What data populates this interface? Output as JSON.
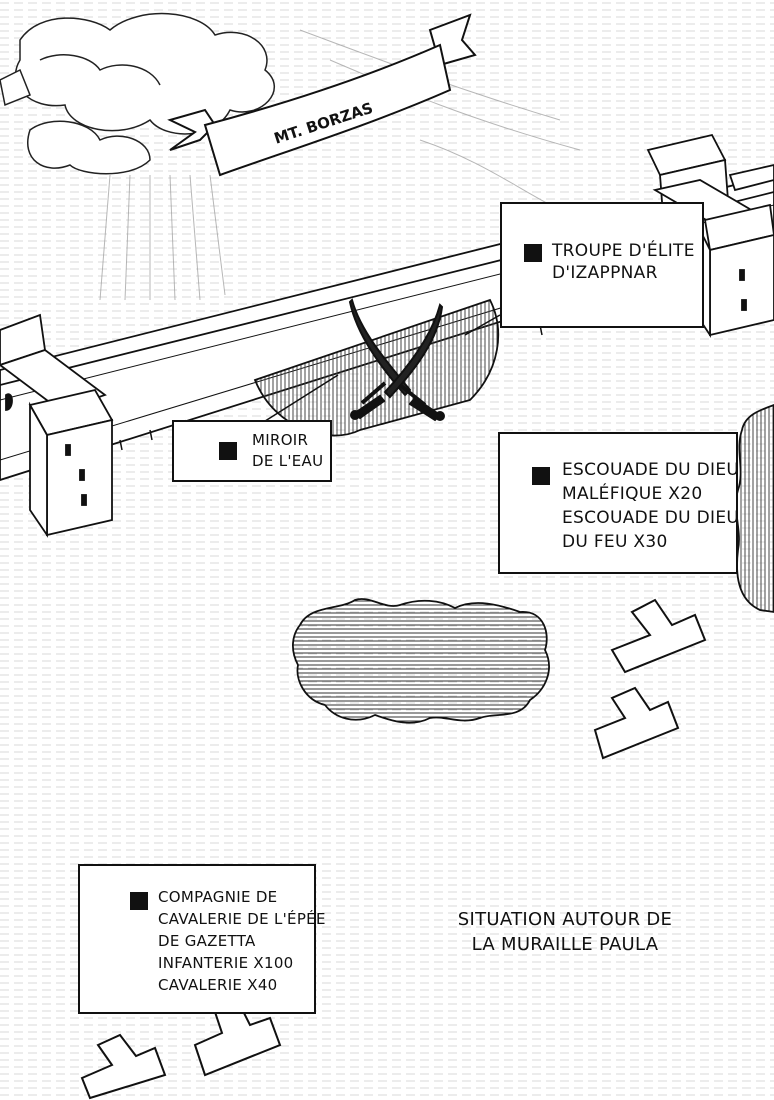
{
  "banner": {
    "text": "MT. BORZAS"
  },
  "labels": {
    "izappnar": {
      "lines": [
        "TROUPE D'ÉLITE",
        "D'IZAPPNAR"
      ]
    },
    "miroir": {
      "lines": [
        "MIROIR",
        "DE L'EAU"
      ]
    },
    "escouade": {
      "lines": [
        "ESCOUADE DU DIEU",
        "MALÉFIQUE X20",
        "ESCOUADE DU DIEU",
        "DU FEU X30"
      ]
    },
    "gazetta": {
      "lines": [
        "COMPAGNIE DE",
        "CAVALERIE DE L'ÉPÉE",
        "DE GAZETTA",
        "INFANTERIE X100",
        "CAVALERIE X40"
      ]
    }
  },
  "caption": {
    "lines": [
      "SITUATION AUTOUR DE",
      "LA MURAILLE PAULA"
    ]
  },
  "icons": [
    "crossed-swords-icon",
    "unit-marker-icon"
  ],
  "colors": {
    "ink": "#111111",
    "paper": "#ffffff"
  }
}
